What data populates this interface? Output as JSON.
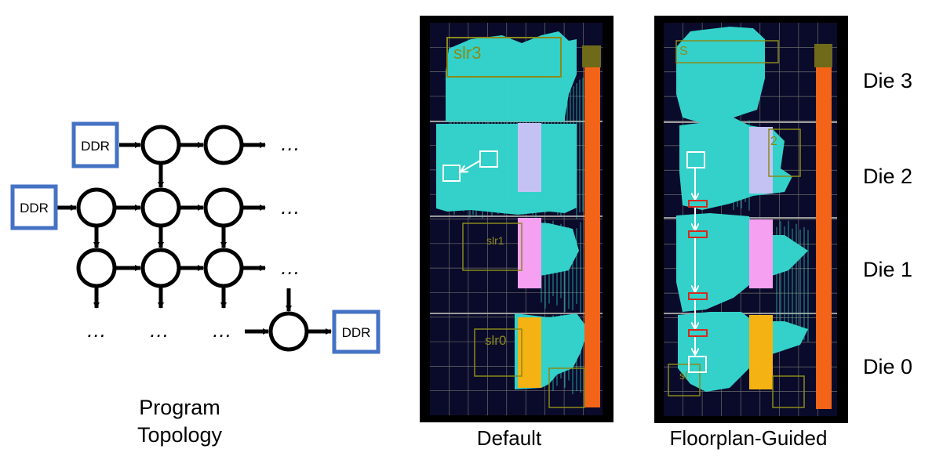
{
  "topology": {
    "ddr_label": "DDR",
    "ellipsis": "…",
    "caption_line1": "Program",
    "caption_line2": "Topology"
  },
  "panels": {
    "default_caption": "Default",
    "floorplan_caption": "Floorplan-Guided"
  },
  "overlay_text": {
    "slr3": "slr3",
    "slr1": "slr1",
    "slr0": "slr0",
    "fp_top": "S",
    "fp_die2": "2",
    "fp_bottom": "sl"
  },
  "dies": [
    "Die 3",
    "Die 2",
    "Die 1",
    "Die 0"
  ],
  "colors": {
    "node_stroke": "#000000",
    "ddr_border": "#4472c4",
    "device_bg": "#0a0a2a",
    "frame": "#000000",
    "grid_line": "#6d6d6d",
    "logic": "#33d1c9",
    "io_column": "#f26418",
    "bram_lavender": "#c4c2f2",
    "bram_pink": "#f5a0f0",
    "bram_gold": "#f4b213",
    "olive_box": "#8a8a1a",
    "hbox_red": "#d62a1d",
    "arrow_white": "#ffffff"
  }
}
